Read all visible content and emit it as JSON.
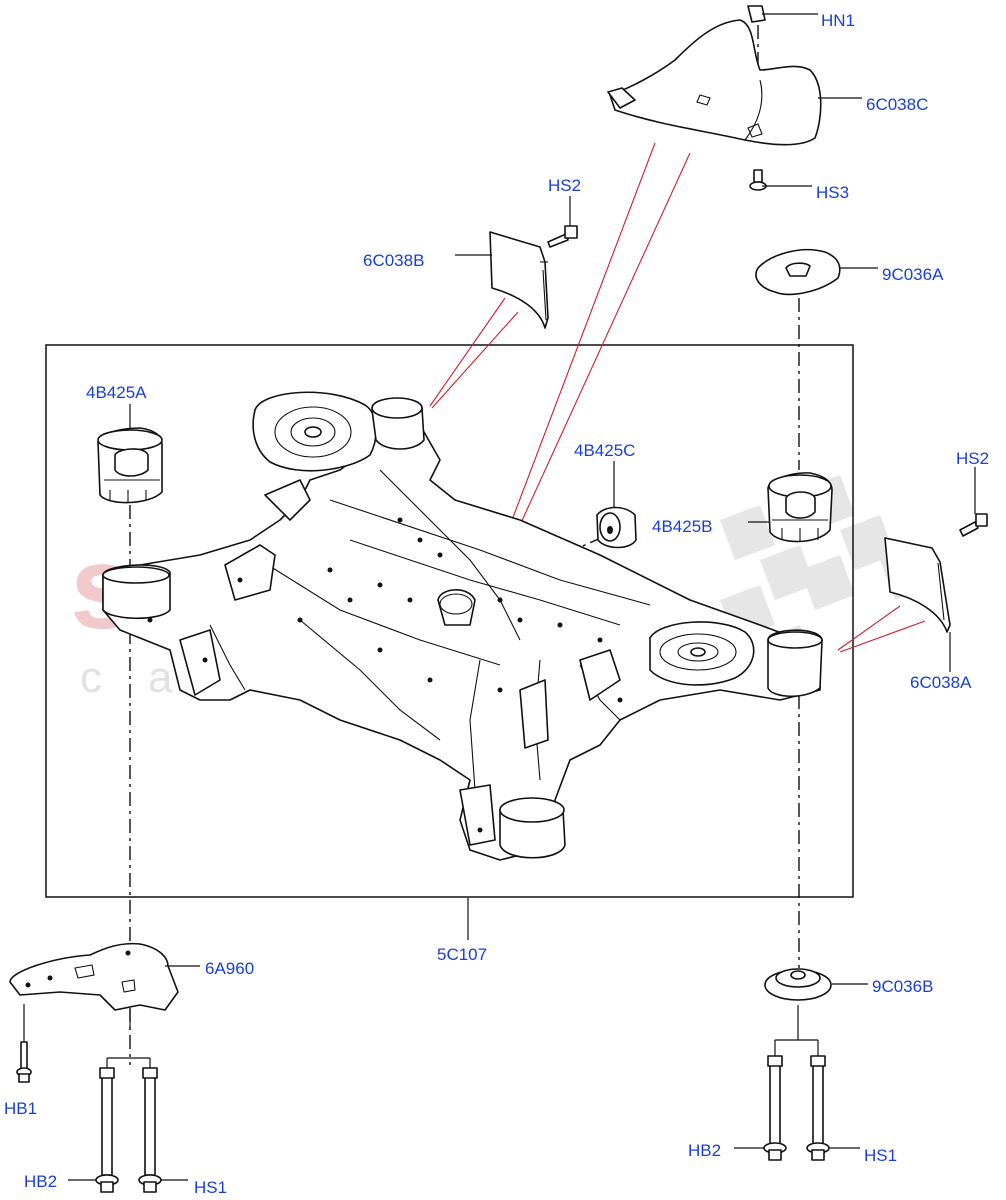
{
  "watermark": {
    "main": "scuderia",
    "sub": "car parts"
  },
  "labels": {
    "hn1": "HN1",
    "c038c": "6C038C",
    "hs3": "HS3",
    "hs2_top": "HS2",
    "c038b": "6C038B",
    "c036a": "9C036A",
    "b425a": "4B425A",
    "b425c": "4B425C",
    "b425b": "4B425B",
    "hs2_right": "HS2",
    "c038a": "6C038A",
    "a960": "6A960",
    "c107": "5C107",
    "c036b": "9C036B",
    "hb1": "HB1",
    "hb2_left": "HB2",
    "hs1_left": "HS1",
    "hb2_right": "HB2",
    "hs1_right": "HS1"
  }
}
